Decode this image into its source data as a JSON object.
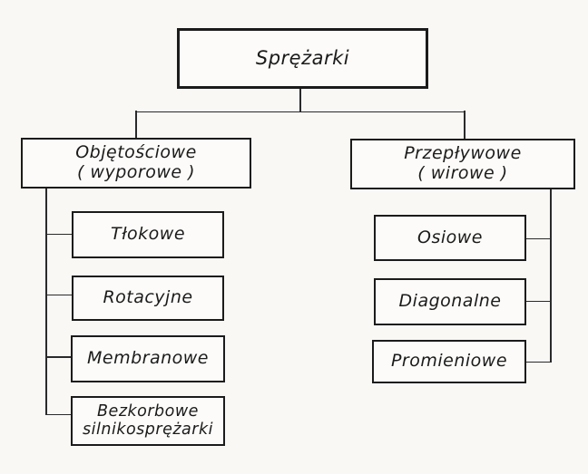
{
  "diagram": {
    "type": "tree-flowchart",
    "language": "Polish",
    "root": {
      "label": "Sprężarki"
    },
    "branches": [
      {
        "label": "Objętościowe",
        "sublabel": "( wyporowe )",
        "children": [
          {
            "lines": [
              "Tłokowe"
            ]
          },
          {
            "lines": [
              "Rotacyjne"
            ]
          },
          {
            "lines": [
              "Membranowe"
            ]
          },
          {
            "lines": [
              "Bezkorbowe",
              "silnikosprężarki"
            ]
          }
        ]
      },
      {
        "label": "Przepływowe",
        "sublabel": "( wirowe )",
        "children": [
          {
            "lines": [
              "Osiowe"
            ]
          },
          {
            "lines": [
              "Diagonalne"
            ]
          },
          {
            "lines": [
              "Promieniowe"
            ]
          }
        ]
      }
    ],
    "colors": {
      "background": "#f9f8f5",
      "box_fill": "#fcfbf9",
      "line": "#2a2a2a",
      "text": "#1b1b1b"
    }
  }
}
